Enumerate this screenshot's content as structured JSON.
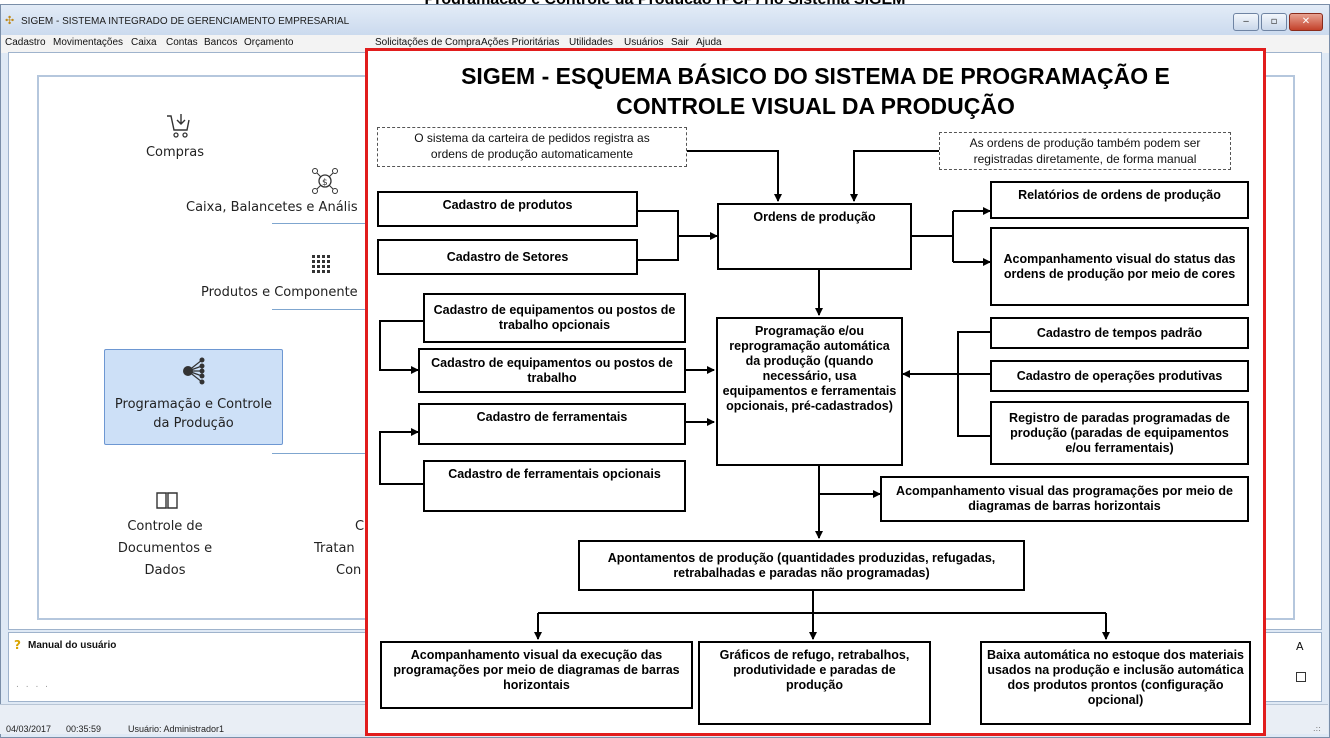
{
  "top_caption": "Programação e Controle da Produção (PCP) no Sistema SIGEM",
  "window": {
    "title": "SIGEM - SISTEMA INTEGRADO DE GERENCIAMENTO EMPRESARIAL",
    "minimize_label": "‒",
    "maximize_label": "▫",
    "close_label": "✕"
  },
  "menu": [
    "Cadastro",
    "Movimentações",
    "Caixa",
    "Contas",
    "Bancos",
    "Orçamento",
    "Solicitações de Compra",
    "Ações Prioritárias",
    "Utilidades",
    "Usuários",
    "Sair",
    "Ajuda"
  ],
  "launcher": {
    "compras": "Compras",
    "caixa": "Caixa, Balancetes e Anális",
    "produtos": "Produtos e Componente",
    "pcp_line1": "Programação e Controle",
    "pcp_line2": "da Produção",
    "docs_line1": "Controle de",
    "docs_line2": "Documentos e",
    "docs_line3": "Dados",
    "trat_line1": "C",
    "trat_line2": "Tratan",
    "trat_line3": "Con"
  },
  "help": {
    "label": "Manual do usuário",
    "dots": ". . . .",
    "right_letter": "A"
  },
  "status": {
    "date": "04/03/2017",
    "time": "00:35:59",
    "user": "Usuário: Administrador1"
  },
  "diagram": {
    "title_line1": "SIGEM - ESQUEMA BÁSICO DO SISTEMA DE PROGRAMAÇÃO E",
    "title_line2": "CONTROLE VISUAL DA PRODUÇÃO",
    "note_left_1": "O sistema da carteira de pedidos registra as",
    "note_left_2": "ordens de produção automaticamente",
    "note_right_1": "As ordens de produção também podem ser",
    "note_right_2": "registradas diretamente, de forma manual",
    "cad_produtos": "Cadastro de produtos",
    "cad_setores": "Cadastro de Setores",
    "ordens": "Ordens de produção",
    "relatorios": "Relatórios de ordens de produção",
    "acomp_status": "Acompanhamento visual do status das ordens de produção por meio de cores",
    "cad_equip_opc": "Cadastro de equipamentos ou postos de trabalho opcionais",
    "cad_equip": "Cadastro de equipamentos ou postos de trabalho",
    "cad_ferr": "Cadastro de ferramentais",
    "cad_ferr_opc": "Cadastro de ferramentais opcionais",
    "programacao": "Programação e/ou reprogramação automática da produção (quando necessário, usa equipamentos e ferramentais opcionais, pré-cadastrados)",
    "cad_tempos": "Cadastro de tempos padrão",
    "cad_operacoes": "Cadastro de operações produtivas",
    "registro_paradas": "Registro de paradas programadas de produção (paradas de equipamentos e/ou ferramentais)",
    "acomp_prog": "Acompanhamento visual das programações por meio de diagramas de barras horizontais",
    "apontamentos": "Apontamentos de produção (quantidades produzidas, refugadas, retrabalhadas e paradas não programadas)",
    "acomp_exec": "Acompanhamento visual da execução das programações por meio de diagramas de barras horizontais",
    "graficos": "Gráficos de refugo, retrabalhos, produtividade e paradas de produção",
    "baixa": "Baixa automática no estoque dos materiais usados na produção e inclusão automática dos produtos prontos (configuração opcional)"
  },
  "colors": {
    "overlay_border": "#e11d1d",
    "selected_tile": "#cde0f7",
    "separator": "#7fa6cf"
  }
}
